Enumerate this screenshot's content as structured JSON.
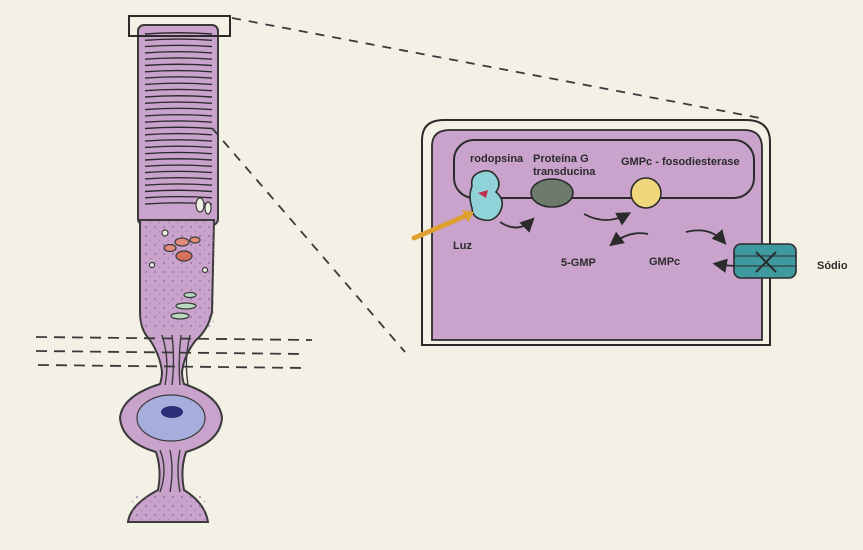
{
  "labels": {
    "rodopsina": "rodopsina",
    "proteina_g_line1": "Proteína G",
    "proteina_g_line2": "transducina",
    "gmpc_fosfodiesterase": "GMPc - fosodiesterase",
    "luz": "Luz",
    "five_gmp": "5-GMP",
    "gmpc": "GMPc",
    "sodio": "Sódio"
  },
  "colors": {
    "paper": "#f3f1e6",
    "cell_fill": "#c9a3cc",
    "cell_stroke": "#3a3a3a",
    "nucleus": "#2c2f78",
    "nucleus_halo": "#a7aede",
    "rhodopsin": "#8fd3d9",
    "transducin": "#6f7a6e",
    "phosphodiesterase": "#f1d77c",
    "channel": "#3f9aa0",
    "light_arrow": "#e0a030"
  },
  "icons": {
    "light": "arrow-icon",
    "channel": "sodium-channel-icon"
  }
}
